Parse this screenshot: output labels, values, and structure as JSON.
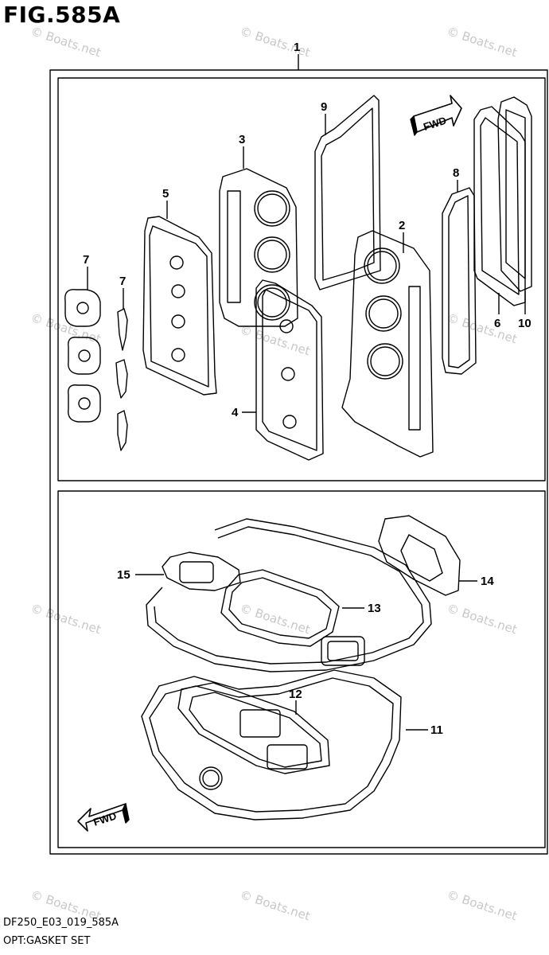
{
  "figure": {
    "title": "FIG.585A",
    "code": "DF250_E03_019_585A",
    "name": "OPT:GASKET SET"
  },
  "watermark": "© Boats.net",
  "fwd_label": "FWD",
  "callouts": {
    "c1": "1",
    "c2": "2",
    "c3": "3",
    "c4": "4",
    "c5": "5",
    "c6": "6",
    "c7a": "7",
    "c7b": "7",
    "c8": "8",
    "c9": "9",
    "c10": "10",
    "c11": "11",
    "c12": "12",
    "c13": "13",
    "c14": "14",
    "c15": "15"
  }
}
